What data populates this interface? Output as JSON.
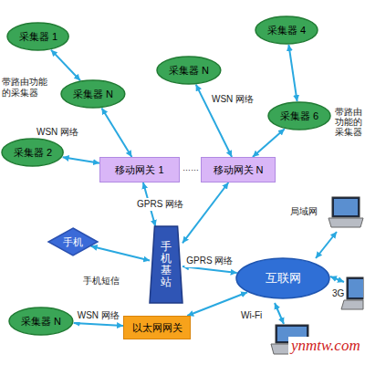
{
  "diagram": {
    "nodes": [
      {
        "text": [
          "采集器 1"
        ]
      },
      {
        "text": [
          "采集器 N"
        ]
      },
      {
        "text": [
          "采集器 N"
        ]
      },
      {
        "text": [
          "采集器 4"
        ]
      },
      {
        "text": [
          "采集器 6"
        ]
      },
      {
        "text": [
          "采集器 2"
        ]
      },
      {
        "text": [
          "移动网关 1"
        ]
      },
      {
        "text": [
          "移动网关 N"
        ]
      },
      {
        "text": [
          "手机基站"
        ]
      },
      {
        "text": [
          "手机"
        ]
      },
      {
        "text": [
          "互联网"
        ]
      },
      {
        "text": [
          "采集器 N"
        ]
      },
      {
        "text": [
          "以太网网关"
        ]
      }
    ],
    "edges": [
      {
        "from": 0,
        "to": 1,
        "arrow": "both"
      },
      {
        "from": 1,
        "to": 6,
        "arrow": "both"
      },
      {
        "from": 5,
        "to": 6,
        "arrow": "both"
      },
      {
        "from": 2,
        "to": 7,
        "arrow": "both"
      },
      {
        "from": 3,
        "to": 4,
        "arrow": "both"
      },
      {
        "from": 4,
        "to": 7,
        "arrow": "both"
      },
      {
        "from": 6,
        "to": 8,
        "label": "GPRS 网络",
        "arrow": "both"
      },
      {
        "from": 7,
        "to": 8,
        "arrow": "both"
      },
      {
        "from": 8,
        "to": 9,
        "label": "手机短信",
        "arrow": "both"
      },
      {
        "from": 8,
        "to": 10,
        "label": "GPRS 网络",
        "arrow": "both"
      },
      {
        "from": 10,
        "to": 12,
        "arrow": "both"
      },
      {
        "from": 11,
        "to": 12,
        "label": "WSN 网络",
        "arrow": "both"
      }
    ],
    "labels": [
      "带路由功能的采集器",
      "带路由功能的采集器",
      "WSN 网络",
      "WSN 网络",
      "……",
      "局域网",
      "3G",
      "Wi-Fi",
      "ynmtw.com"
    ]
  }
}
